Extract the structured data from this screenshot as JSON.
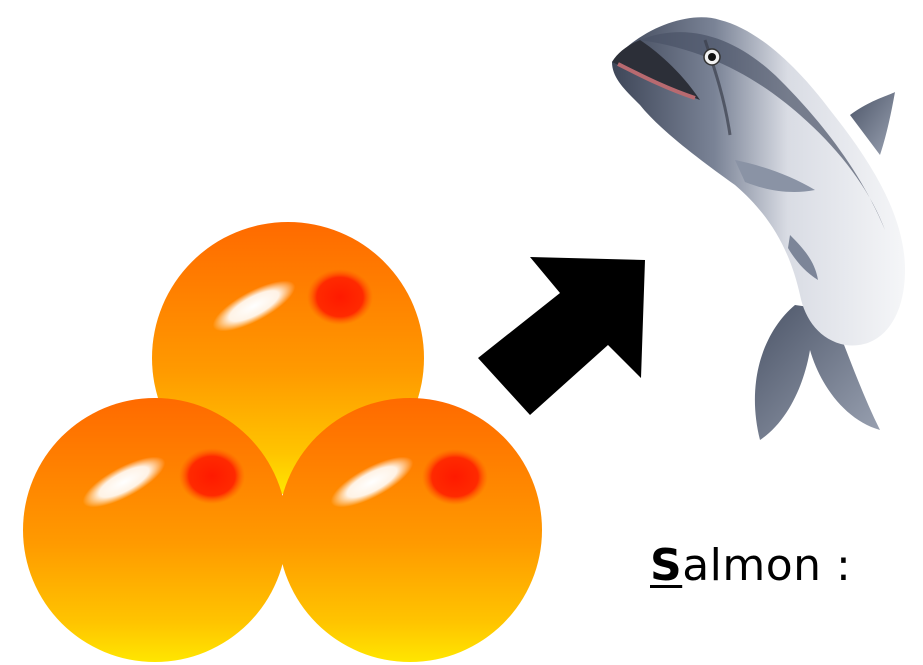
{
  "caption": {
    "initial": "S",
    "rest": "almon :"
  },
  "icons": {
    "eggs": "salmon-roe-eggs",
    "arrow": "arrow-up-right-icon",
    "fish": "leaping-salmon"
  },
  "colors": {
    "egg_top": "#ff6a00",
    "egg_bottom": "#ffd800",
    "egg_spot": "#ff2a00",
    "arrow": "#000000",
    "fish_back": "#5a6478",
    "fish_belly": "#f2f3f6"
  }
}
